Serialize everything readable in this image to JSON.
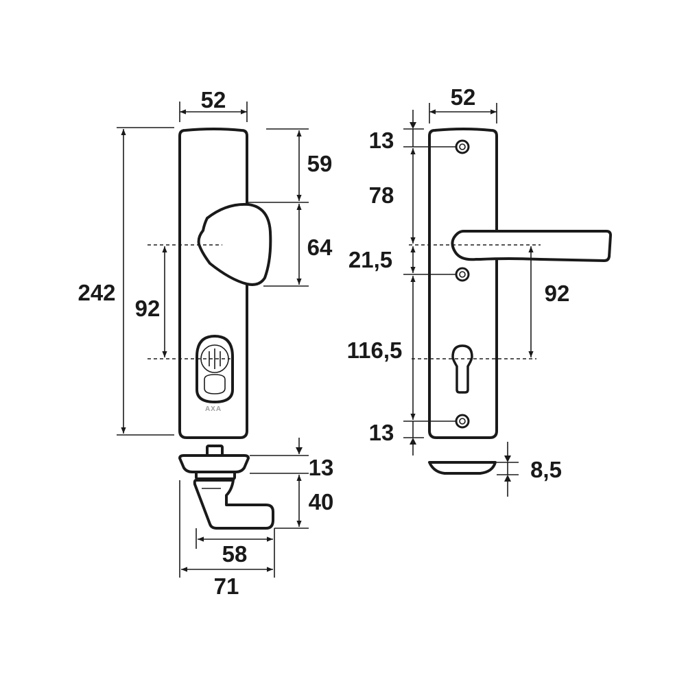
{
  "colors": {
    "line": "#1a1a1a",
    "background": "#ffffff",
    "brand_text": "#9a9a9a"
  },
  "left_view": {
    "brand": "AXA",
    "dims": {
      "plate_width": "52",
      "plate_height": "242",
      "knob_top_offset": "59",
      "knob_height": "64",
      "center_distance": "92",
      "rosette_thickness": "13",
      "handle_projection": "40",
      "handle_inner_length": "58",
      "handle_total_length": "71"
    }
  },
  "right_view": {
    "dims": {
      "plate_width": "52",
      "top_screw_offset": "13",
      "screw_to_handle": "78",
      "handle_to_screw": "21,5",
      "screw_to_bottom_screw": "116,5",
      "bottom_screw_offset": "13",
      "center_distance": "92",
      "plate_thickness": "8,5"
    }
  }
}
